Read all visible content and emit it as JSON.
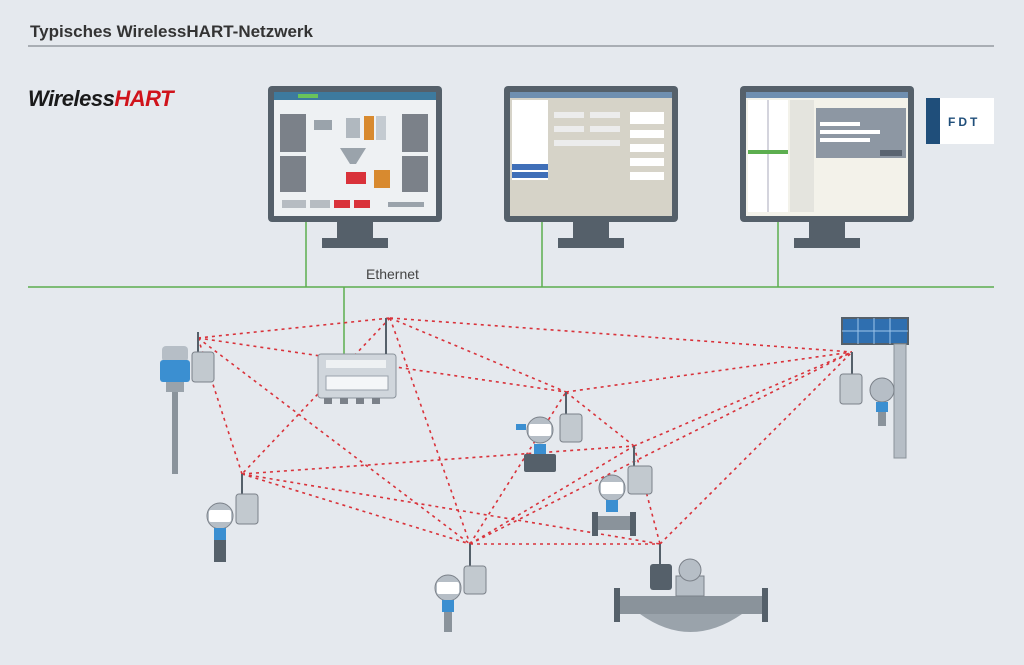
{
  "title": "Typisches WirelessHART-Netzwerk",
  "logo": {
    "part1": "Wireless",
    "part2": "HART",
    "color_accent": "#d0131b"
  },
  "fdt_logo": {
    "text": "FDT",
    "color": "#1f4e7a"
  },
  "network": {
    "ethernet_label": "Ethernet",
    "ethernet_color": "#5cae4f",
    "wireless_link_color": "#d9323a"
  },
  "monitors": [
    {
      "name": "scada-monitor"
    },
    {
      "name": "config-monitor"
    },
    {
      "name": "asset-monitor"
    }
  ],
  "devices": [
    {
      "name": "level-radar-device"
    },
    {
      "name": "wirelesshart-gateway"
    },
    {
      "name": "pressure-transmitter-left"
    },
    {
      "name": "pressure-transmitter-bottom"
    },
    {
      "name": "differential-pressure-transmitter"
    },
    {
      "name": "flow-transmitter"
    },
    {
      "name": "coriolis-flowmeter"
    },
    {
      "name": "solar-powered-adapter"
    }
  ]
}
